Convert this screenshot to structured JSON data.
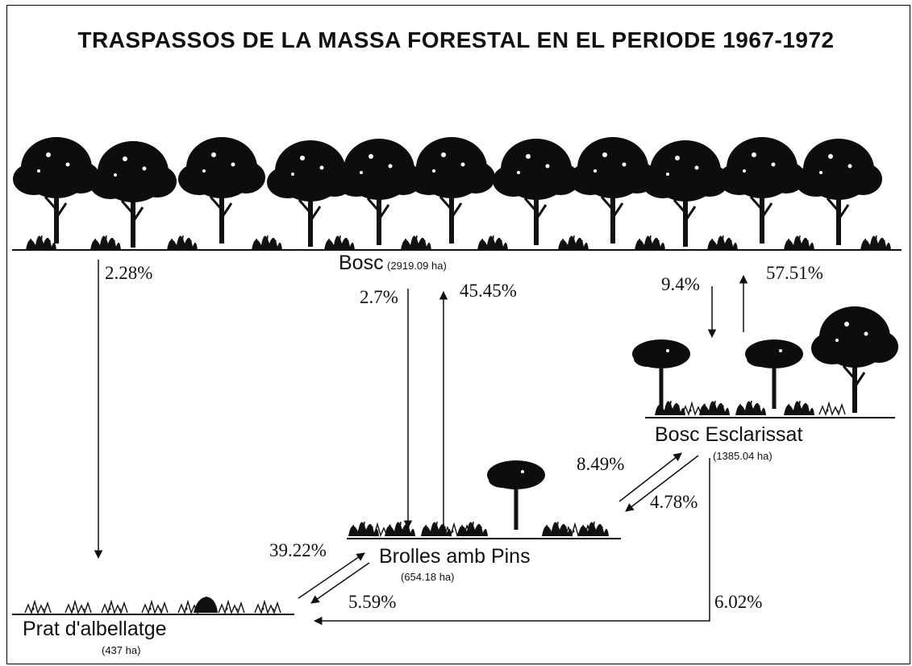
{
  "title": "TRASPASSOS DE LA MASSA FORESTAL EN EL PERIODE 1967-1972",
  "nodes": {
    "bosc": {
      "name": "Bosc",
      "area": "(2919.09 ha)"
    },
    "bosc_esclarissat": {
      "name": "Bosc Esclarissat",
      "area": "(1385.04 ha)"
    },
    "brolles": {
      "name": "Brolles amb Pins",
      "area": "(654.18 ha)"
    },
    "prat": {
      "name": "Prat d'albellatge",
      "area": "(437 ha)"
    }
  },
  "flows": {
    "bosc_to_prat": "2.28%",
    "bosc_to_brolles": "2.7%",
    "brolles_to_bosc": "45.45%",
    "bosc_to_esclarissat": "9.4%",
    "esclarissat_to_bosc": "57.51%",
    "brolles_to_esclarissat": "8.49%",
    "esclarissat_to_brolles": "4.78%",
    "prat_to_brolles": "39.22%",
    "brolles_to_prat": "5.59%",
    "esclarissat_to_prat": "6.02%"
  },
  "colors": {
    "ink": "#111111",
    "foliage": "#0d0d0d",
    "background": "#ffffff"
  }
}
